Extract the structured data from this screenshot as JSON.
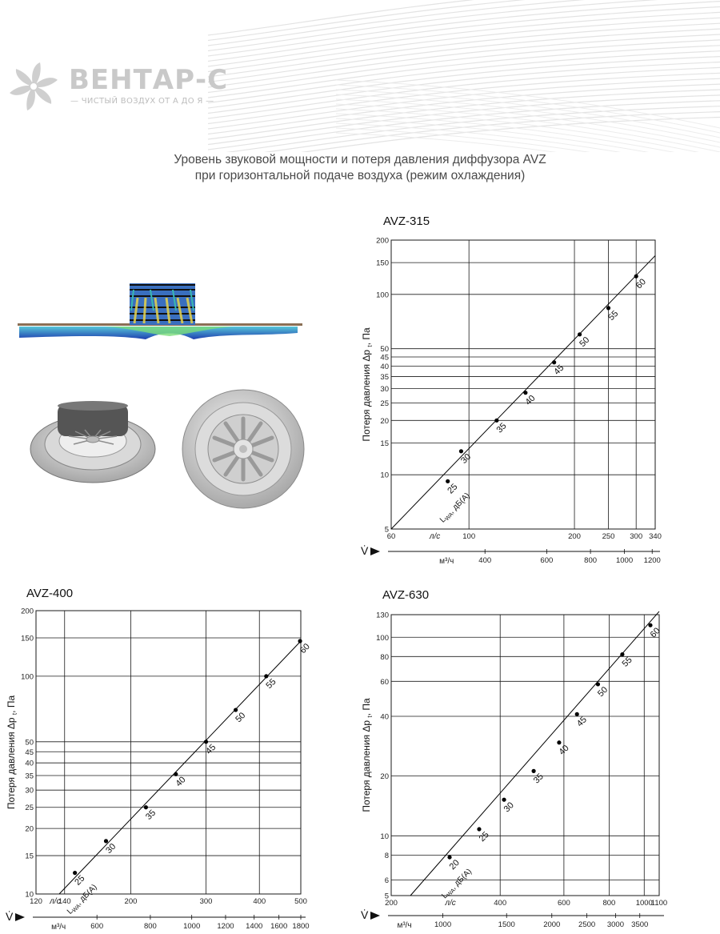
{
  "brand": {
    "name": "ВЕНТАР-С",
    "slogan": "— ЧИСТЫЙ ВОЗДУХ ОТ А ДО Я —"
  },
  "page": {
    "title_line1": "Уровень звуковой мощности и потеря давления диффузора AVZ",
    "title_line2": "при горизонтальной подаче воздуха (режим охлаждения)"
  },
  "illustrations": [
    {
      "name": "airflow-simulation"
    },
    {
      "name": "diffuser-side-view"
    },
    {
      "name": "diffuser-front-view"
    }
  ],
  "colors": {
    "grid": "#1a1a1a",
    "line": "#000000",
    "brand": "#c9c9c9",
    "title": "#4a4a4a"
  },
  "chart_data": [
    {
      "type": "line",
      "title": "AVZ-315",
      "ylabel": "Потеря давления Δp",
      "ylabel_sub": "t",
      "ylabel_unit": ", Па",
      "flow_symbol": "V̇",
      "x_unit_ls": "л/с",
      "x_unit_m3h": "м³/ч",
      "curve_label": "LWA, дБ(А)",
      "y_scale": "log",
      "x_scale": "log",
      "xlim": [
        60,
        340
      ],
      "ylim": [
        5,
        200
      ],
      "yticks": [
        5,
        10,
        15,
        20,
        25,
        30,
        35,
        40,
        45,
        50,
        100,
        150,
        200
      ],
      "xticks_ls": [
        60,
        100,
        200,
        250,
        300,
        340
      ],
      "xticks_m3h": [
        400,
        600,
        800,
        1000,
        1200
      ],
      "grid_x": [
        100,
        200,
        250,
        300
      ],
      "series": [
        {
          "x": [
            87,
            95,
            120,
            145,
            175,
            207,
            250,
            300
          ],
          "y": [
            9.2,
            13.5,
            20,
            28.5,
            42,
            60,
            84,
            126
          ],
          "labels": [
            "25",
            "30",
            "35",
            "40",
            "45",
            "50",
            "55",
            "60"
          ]
        }
      ],
      "line": {
        "x": [
          60,
          340
        ],
        "y": [
          5,
          164
        ]
      }
    },
    {
      "type": "line",
      "title": "AVZ-400",
      "ylabel": "Потеря давления Δp",
      "ylabel_sub": "t",
      "ylabel_unit": ", Па",
      "flow_symbol": "V̇",
      "x_unit_ls": "л/с",
      "x_unit_m3h": "м³/ч",
      "curve_label": "LWA, дБ(А)",
      "y_scale": "log",
      "x_scale": "log",
      "xlim": [
        120,
        500
      ],
      "ylim": [
        10,
        200
      ],
      "yticks": [
        10,
        15,
        20,
        25,
        30,
        35,
        40,
        45,
        50,
        100,
        150,
        200
      ],
      "xticks_ls": [
        120,
        140,
        200,
        300,
        400,
        500
      ],
      "xticks_m3h": [
        600,
        800,
        1000,
        1200,
        1400,
        1600,
        1800
      ],
      "grid_x": [
        140,
        200,
        300,
        400
      ],
      "series": [
        {
          "x": [
            148,
            175,
            217,
            255,
            300,
            352,
            415,
            498
          ],
          "y": [
            12.5,
            17.5,
            25,
            35.5,
            50,
            70,
            100,
            145
          ],
          "labels": [
            "25",
            "30",
            "35",
            "40",
            "45",
            "50",
            "55",
            "60"
          ]
        }
      ],
      "line": {
        "x": [
          136,
          500
        ],
        "y": [
          10,
          145
        ]
      }
    },
    {
      "type": "line",
      "title": "AVZ-630",
      "ylabel": "Потеря давления Δp",
      "ylabel_sub": "t",
      "ylabel_unit": ", Па",
      "flow_symbol": "V̇",
      "x_unit_ls": "л/с",
      "x_unit_m3h": "м³/ч",
      "curve_label": "LWA, дБ(А)",
      "y_scale": "log",
      "x_scale": "log",
      "xlim": [
        200,
        1100
      ],
      "ylim": [
        5,
        130
      ],
      "yticks": [
        5,
        6,
        8,
        10,
        20,
        40,
        60,
        80,
        100,
        130
      ],
      "xticks_ls": [
        200,
        400,
        600,
        800,
        1000,
        1100
      ],
      "xticks_m3h": [
        1000,
        1500,
        2000,
        2500,
        3000,
        3500
      ],
      "grid_x": [
        400,
        600,
        800,
        1000
      ],
      "series": [
        {
          "x": [
            290,
            350,
            410,
            495,
            582,
            652,
            745,
            870,
            1040
          ],
          "y": [
            7.8,
            10.8,
            15.2,
            21.2,
            29.5,
            41,
            58,
            82,
            115
          ],
          "labels": [
            "20",
            "25",
            "30",
            "35",
            "40",
            "45",
            "50",
            "55",
            "60"
          ]
        }
      ],
      "line": {
        "x": [
          226,
          1100
        ],
        "y": [
          5,
          135
        ]
      }
    }
  ]
}
